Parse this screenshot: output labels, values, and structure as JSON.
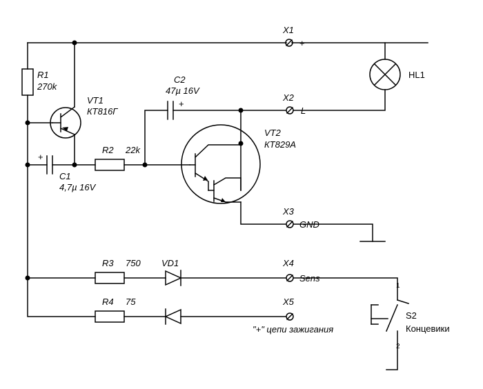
{
  "components": {
    "r1": {
      "ref": "R1",
      "value": "270k"
    },
    "vt1": {
      "ref": "VT1",
      "part": "КТ816Г"
    },
    "r2": {
      "ref": "R2",
      "value": "22k"
    },
    "c1": {
      "ref": "C1",
      "value": "4,7µ 16V",
      "polarity": "+"
    },
    "c2": {
      "ref": "C2",
      "value": "47µ 16V",
      "polarity": "+"
    },
    "vt2": {
      "ref": "VT2",
      "part": "КТ829А"
    },
    "r3": {
      "ref": "R3",
      "value": "750"
    },
    "vd1": {
      "ref": "VD1"
    },
    "r4": {
      "ref": "R4",
      "value": "75"
    },
    "hl1": {
      "ref": "HL1"
    },
    "s2": {
      "ref": "S2",
      "description": "Концевики",
      "pin1": "1",
      "pin2": "2"
    }
  },
  "terminals": [
    {
      "ref": "X1",
      "label": "+"
    },
    {
      "ref": "X2",
      "label": "L"
    },
    {
      "ref": "X3",
      "label": "GND"
    },
    {
      "ref": "X4",
      "label": "Sens"
    },
    {
      "ref": "X5",
      "note": "\"+\" цепи зажигания"
    }
  ]
}
